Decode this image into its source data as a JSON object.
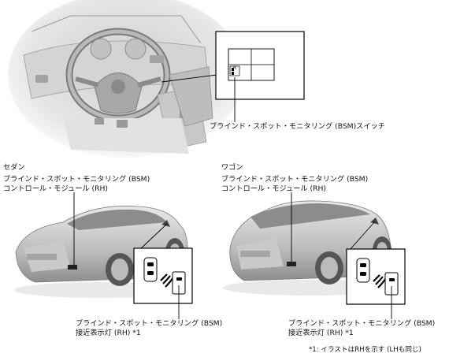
{
  "top_callout": "ブラインド・スポット・モニタリング (BSM)スイッチ",
  "sedan": {
    "heading": "セダン",
    "module_line1": "ブラインド・スポット・モニタリング (BSM)",
    "module_line2": "コントロール・モジュール (RH)",
    "indicator_line1": "ブラインド・スポット・モニタリング (BSM)",
    "indicator_line2": "接近表示灯 (RH) *1"
  },
  "wagon": {
    "heading": "ワゴン",
    "module_line1": "ブラインド・スポット・モニタリング (BSM)",
    "module_line2": "コントロール・モジュール (RH)",
    "indicator_line1": "ブラインド・スポット・モニタリング (BSM)",
    "indicator_line2": "接近表示灯 (RH) *1"
  },
  "switch_label": "R",
  "footnote": "*1: イラストはRHを示す (LHも同じ)"
}
